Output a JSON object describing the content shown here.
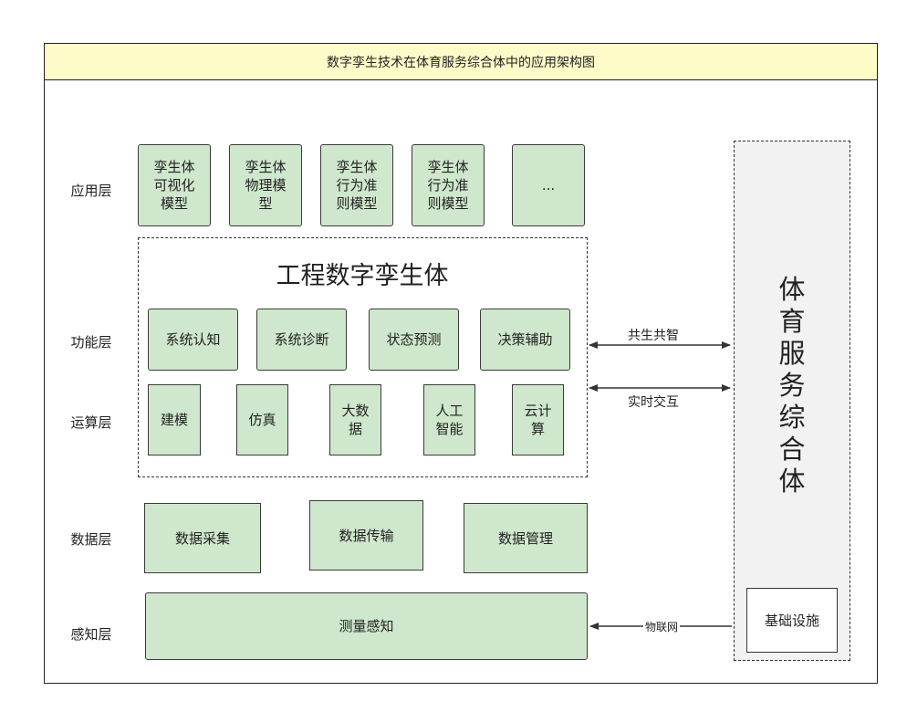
{
  "title": "数字孪生技术在体育服务综合体中的应用架构图",
  "layers": {
    "application": "应用层",
    "function": "功能层",
    "computing": "运算层",
    "data": "数据层",
    "perception": "感知层"
  },
  "application_boxes": [
    "孪生体\n可视化\n模型",
    "孪生体\n物理模\n型",
    "孪生体\n行为准\n则模型",
    "孪生体\n行为准\n则模型",
    "..."
  ],
  "core": {
    "title": "工程数字孪生体",
    "functions": [
      "系统认知",
      "系统诊断",
      "状态预测",
      "决策辅助"
    ],
    "computing": [
      "建模",
      "仿真",
      "大数\n据",
      "人工\n智能",
      "云计\n算"
    ]
  },
  "data_boxes": [
    "数据采集",
    "数据传输",
    "数据管理"
  ],
  "perception_box": "测量感知",
  "side": {
    "title": "体\n育\n服\n务\n综\n合\n体",
    "infrastructure": "基础设施"
  },
  "connections": {
    "co_intelligence": "共生共智",
    "realtime": "实时交互",
    "iot": "物联网"
  }
}
